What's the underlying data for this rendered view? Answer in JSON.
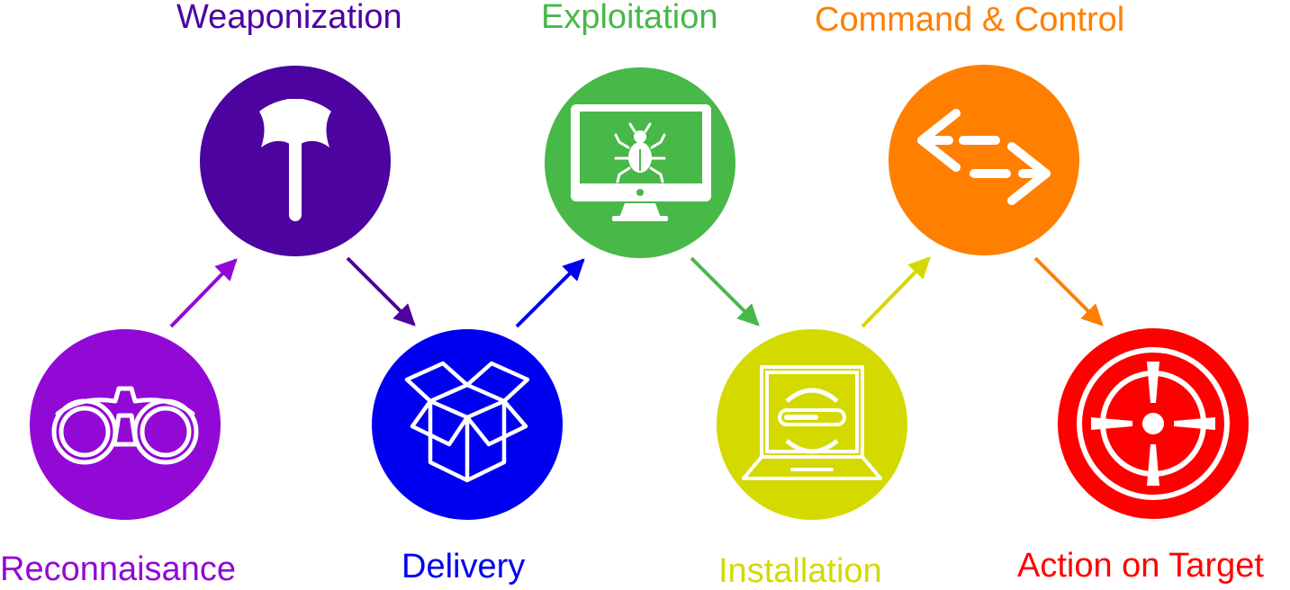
{
  "stages": [
    {
      "label": "Reconnaisance",
      "color": "#9209d6",
      "icon": "binoculars-icon"
    },
    {
      "label": "Weaponization",
      "color": "#4d039f",
      "icon": "axe-icon"
    },
    {
      "label": "Delivery",
      "color": "#0000f0",
      "icon": "open-box-icon"
    },
    {
      "label": "Exploitation",
      "color": "#48b849",
      "icon": "monitor-bug-icon"
    },
    {
      "label": "Installation",
      "color": "#d4d900",
      "icon": "laptop-progress-icon"
    },
    {
      "label": "Command & Control",
      "color": "#ff7f00",
      "icon": "bidirectional-arrows-icon"
    },
    {
      "label": "Action on Target",
      "color": "#ff0000",
      "icon": "target-icon"
    }
  ]
}
